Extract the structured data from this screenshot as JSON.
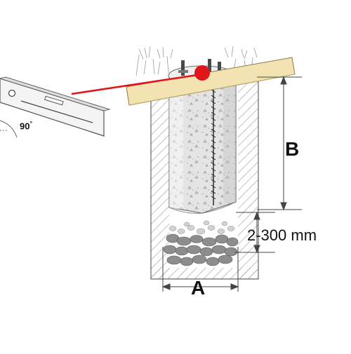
{
  "labels": {
    "dimension_b": "B",
    "dimension_a": "A",
    "depth_range": "2-300 mm",
    "level_angle": "90",
    "degree_symbol": "°"
  },
  "colors": {
    "laser": "#e0161b",
    "plank": "#f3e3b2",
    "concrete": "#e6e6e6",
    "hole_hatch": "#999999",
    "outline": "#555555",
    "stones": "#8a8a8a"
  },
  "icons": {
    "level_tool": "spirit-level-icon",
    "laser_dot": "laser-dot-icon",
    "angle_arc": "angle-arc-icon"
  }
}
